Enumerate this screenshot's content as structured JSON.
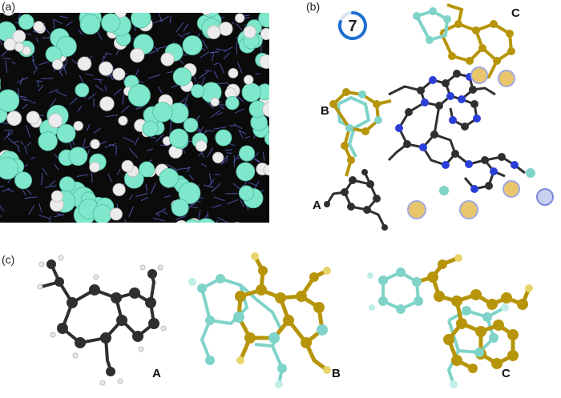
{
  "panel_labels": {
    "a": "(a)",
    "b": "(b)",
    "c": "(c)"
  },
  "molecule_labels": {
    "b_a": "A",
    "b_b": "B",
    "b_c": "C",
    "c_a": "A",
    "c_b": "B",
    "c_c": "C"
  },
  "badge": {
    "value": "7",
    "progress": 0.8
  },
  "colors": {
    "carbon": "#2f2f2f",
    "hydrogen": "#ececec",
    "nitrogen": "#2a3fd8",
    "gold": "#b7950b",
    "cyan": "#7fd3c8",
    "mint": "#7fe8cc",
    "accent": "#1e6fd0"
  }
}
